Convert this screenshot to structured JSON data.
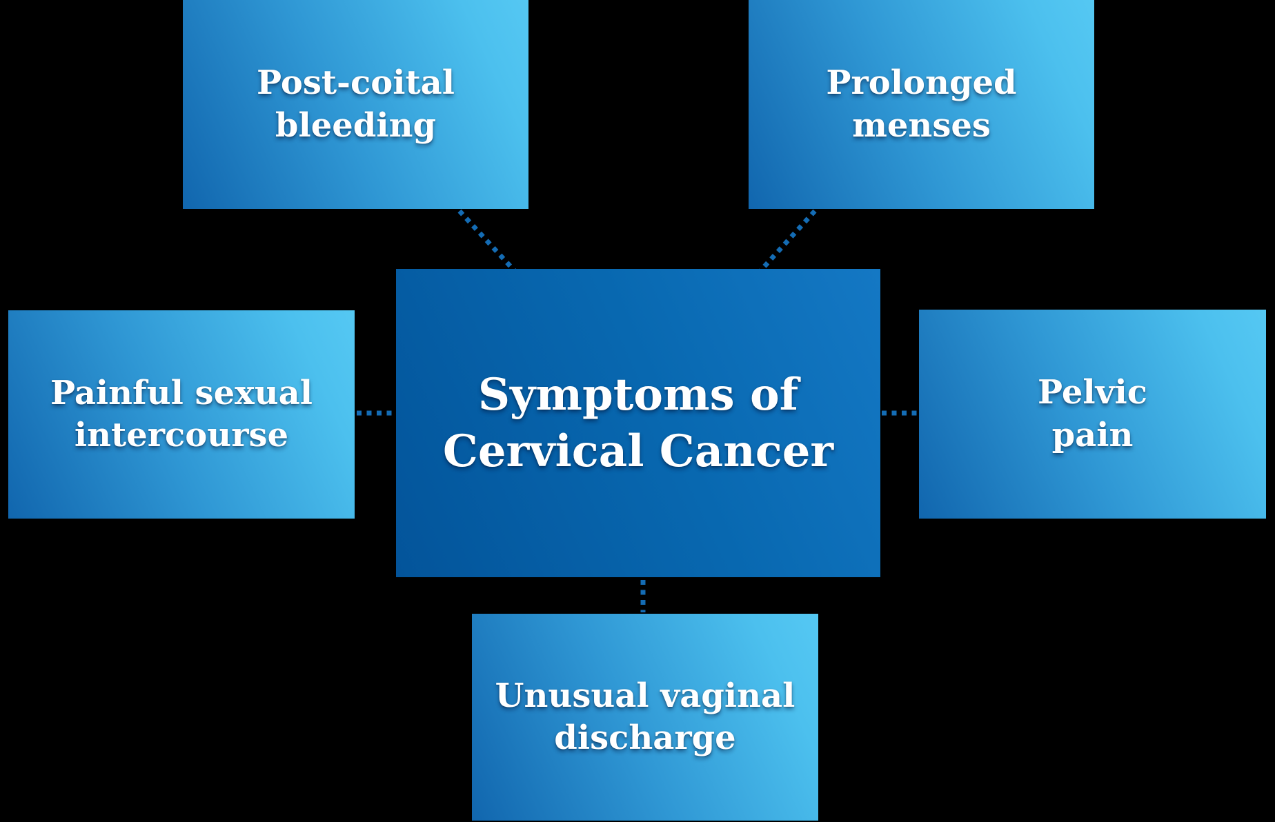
{
  "diagram": {
    "center": {
      "id": "symptoms-of-cervical-cancer",
      "label": "Symptoms of\nCervical Cancer"
    },
    "nodes": [
      {
        "id": "post-coital-bleeding",
        "label": "Post-coital\nbleeding"
      },
      {
        "id": "prolonged-menses",
        "label": "Prolonged\nmenses"
      },
      {
        "id": "painful-sexual-intercourse",
        "label": "Painful sexual\nintercourse"
      },
      {
        "id": "pelvic-pain",
        "label": "Pelvic\npain"
      },
      {
        "id": "unusual-vaginal-discharge",
        "label": "Unusual vaginal\ndischarge"
      }
    ],
    "colors": {
      "background": "#000000",
      "center_box_dark": "#03549a",
      "center_box_light": "#1478c4",
      "satellite_box_dark": "#1166ae",
      "satellite_box_light": "#4cc0ee",
      "connector_line": "#146cb4",
      "text": "#ffffff"
    },
    "connector_style": "dotted"
  }
}
